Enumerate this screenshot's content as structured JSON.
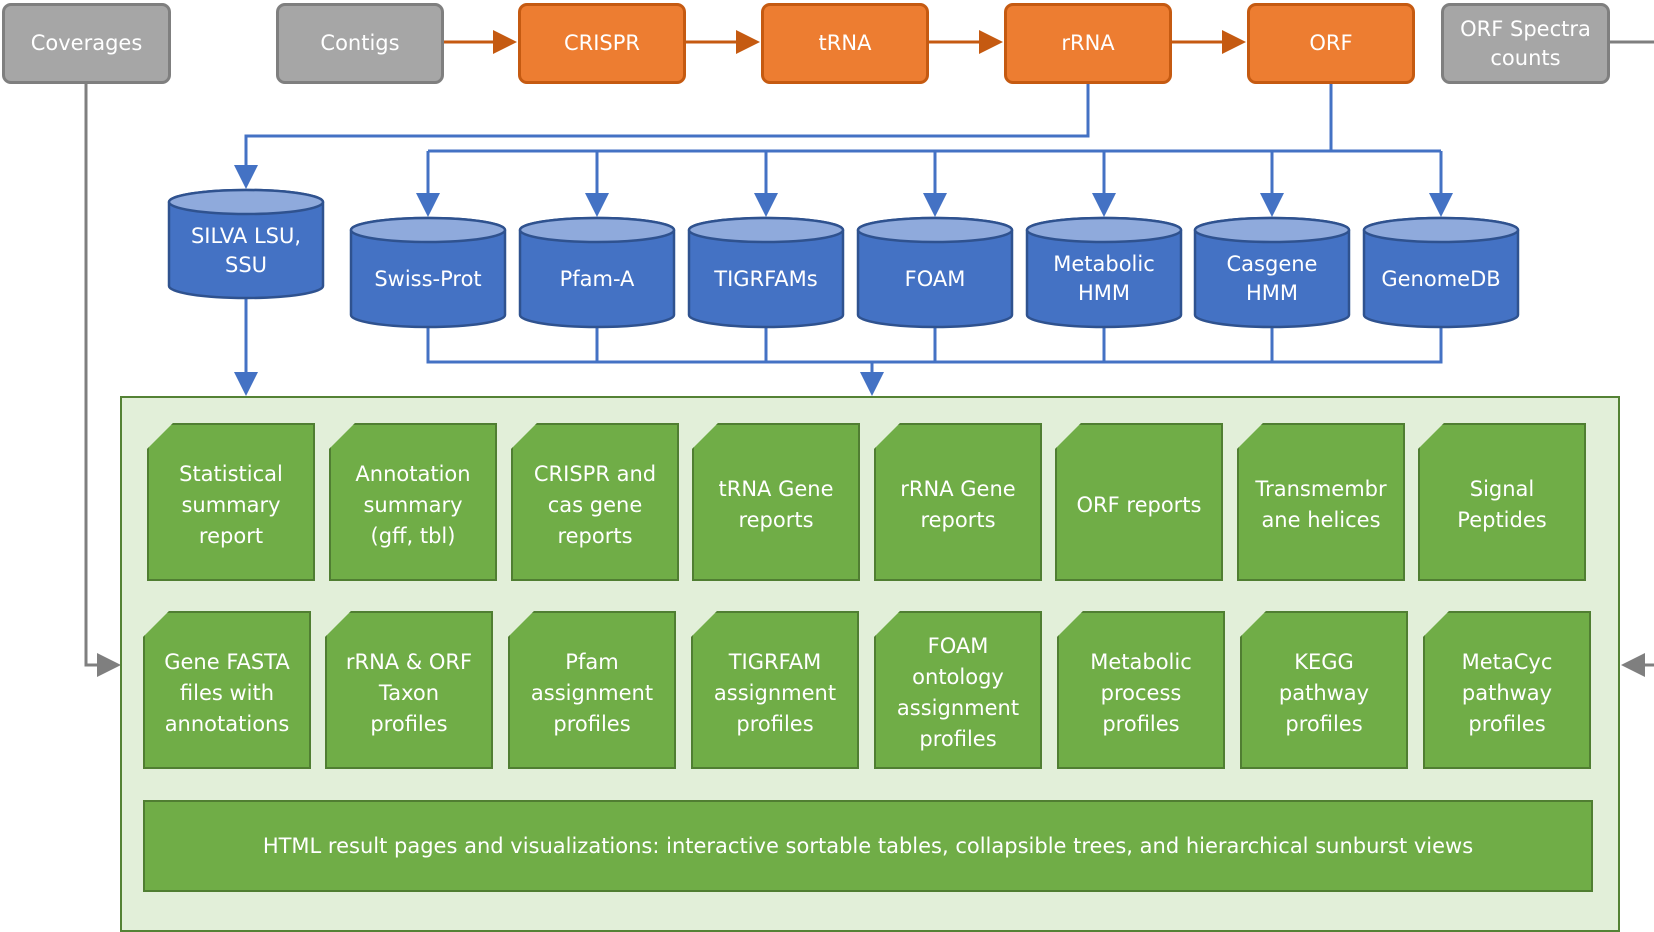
{
  "colors": {
    "input_gray": "#a6a6a6",
    "step_orange": "#ed7d31",
    "database_blue": "#4472c4",
    "output_green": "#70ad47",
    "panel_green": "#e2efd9"
  },
  "inputs": {
    "coverages": "Coverages",
    "contigs": "Contigs",
    "orf_spectra": "ORF Spectra\ncounts"
  },
  "pipeline_steps": [
    "CRISPR",
    "tRNA",
    "rRNA",
    "ORF"
  ],
  "databases": {
    "rrna_db": "SILVA LSU,\nSSU",
    "orf_dbs": [
      "Swiss-Prot",
      "Pfam-A",
      "TIGRFAMs",
      "FOAM",
      "Metabolic\nHMM",
      "Casgene\nHMM",
      "GenomeDB"
    ]
  },
  "outputs": {
    "row1": [
      "Statistical\nsummary\nreport",
      "Annotation\nsummary\n(gff, tbl)",
      "CRISPR and\ncas gene\nreports",
      "tRNA Gene\nreports",
      "rRNA Gene\nreports",
      "ORF reports",
      "Transmembr\nane helices",
      "Signal\nPeptides"
    ],
    "row2": [
      "Gene FASTA\nfiles with\nannotations",
      "rRNA & ORF\nTaxon\nprofiles",
      "Pfam\nassignment\nprofiles",
      "TIGRFAM\nassignment\nprofiles",
      "FOAM\nontology\nassignment\nprofiles",
      "Metabolic\nprocess\nprofiles",
      "KEGG\npathway\nprofiles",
      "MetaCyc\npathway\nprofiles"
    ],
    "html_results": "HTML result pages and visualizations: interactive sortable tables, collapsible trees, and hierarchical sunburst views"
  }
}
